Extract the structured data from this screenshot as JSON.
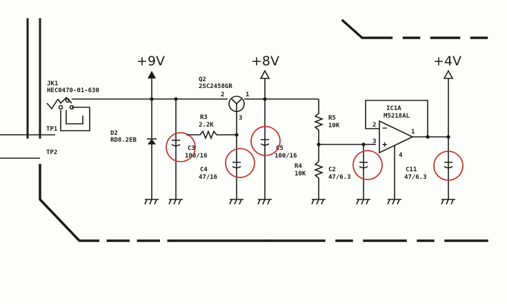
{
  "rails": {
    "v9": "+9V",
    "v8": "+8V",
    "v4": "+4V"
  },
  "jack": {
    "ref": "JK1",
    "part": "HEC0470-01-630"
  },
  "testpoints": {
    "tp1": "TP1",
    "tp2": "TP2"
  },
  "diode": {
    "ref": "D2",
    "part": "RD8.2EB"
  },
  "transistor": {
    "ref": "Q2",
    "part": "2SC2458GR",
    "pin2": "2",
    "pin1": "1",
    "pin3": "3"
  },
  "resistors": {
    "r3": {
      "ref": "R3",
      "value": "2.2K"
    },
    "r5": {
      "ref": "R5",
      "value": "10K"
    },
    "r4": {
      "ref": "R4",
      "value": "10K"
    }
  },
  "capacitors": {
    "c3": {
      "ref": "C3",
      "value": "100/16"
    },
    "c4": {
      "ref": "C4",
      "value": "47/16"
    },
    "c5": {
      "ref": "C5",
      "value": "100/16"
    },
    "c2": {
      "ref": "C2",
      "value": "47/6.3"
    },
    "c11": {
      "ref": "C11",
      "value": "47/6.3"
    }
  },
  "opamp": {
    "ref": "IC1A",
    "part": "M5218AL",
    "pin_minus": "2",
    "pin_plus": "3",
    "pin_out": "1",
    "pin_4": "4",
    "minus": "−",
    "plus": "+"
  },
  "colors": {
    "ink": "#1a1a1a",
    "highlight": "#c0392b",
    "paper": "#fdfdfb"
  }
}
